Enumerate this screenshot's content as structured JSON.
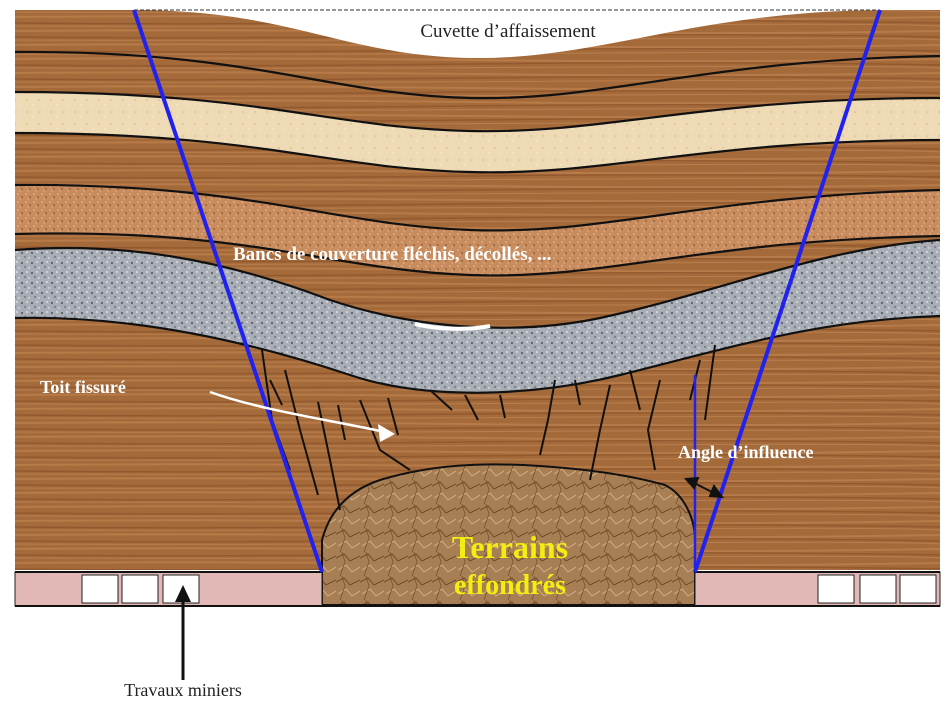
{
  "labels": {
    "basin": "Cuvette d’affaissement",
    "cover_beds": "Bancs de couverture fléchis, décollés, ...",
    "cracked_roof": "Toit fissuré",
    "influence_angle": "Angle d’influence",
    "collapsed_line1": "Terrains",
    "collapsed_line2": "effondrés",
    "mine_workings": "Travaux miniers"
  },
  "colors": {
    "wood_base": "#a56a3a",
    "wood_light": "#c89263",
    "cream": "#eedbb6",
    "sand": "#c98c5e",
    "gravel": "#a9aeb6",
    "influence_line": "#2222ee",
    "mine_pink": "#e2b8b6",
    "collapsed": "#a87f54",
    "collapsed_text": "#f2ee10"
  }
}
